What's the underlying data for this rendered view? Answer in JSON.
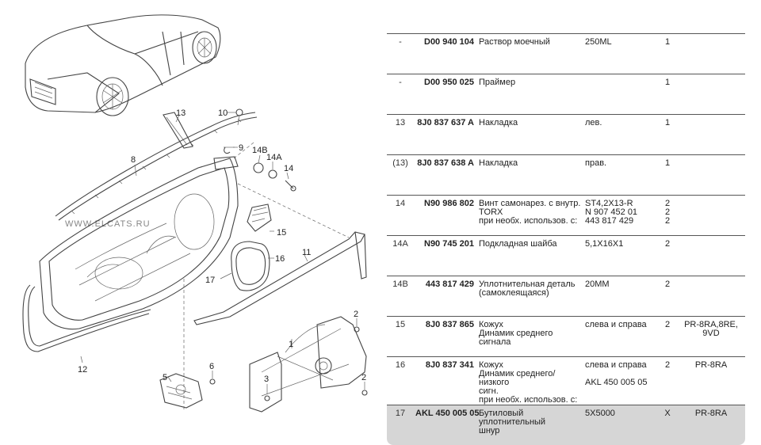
{
  "diagram": {
    "watermark": "WWW.ELCATS.RU",
    "labels": [
      "13",
      "10",
      "9",
      "8",
      "14B",
      "14A",
      "14",
      "15",
      "16",
      "17",
      "11",
      "12",
      "1",
      "2",
      "2",
      "3",
      "5",
      "6"
    ]
  },
  "parts_table": {
    "rows": [
      {
        "pos": "-",
        "number": "D00 940 104",
        "name": "Раствор моечный",
        "note": "250ML",
        "qty": "1",
        "cond": ""
      },
      {
        "pos": "-",
        "number": "D00 950 025",
        "name": "Праймер",
        "note": "",
        "qty": "1",
        "cond": ""
      },
      {
        "pos": "13",
        "number": "8J0 837 637 A",
        "name": "Накладка",
        "note": "лев.",
        "qty": "1",
        "cond": ""
      },
      {
        "pos": "(13)",
        "number": "8J0 837 638 A",
        "name": "Накладка",
        "note": "прав.",
        "qty": "1",
        "cond": ""
      },
      {
        "pos": "14",
        "number": "N90 986 802",
        "name": "Винт самонарез. с внутр.\nTORX\nпри необх. использов. с:",
        "note": "ST4,2X13-R\nN 907 452 01\n443 817 429",
        "qty": "2\n2\n2",
        "cond": ""
      },
      {
        "pos": "14A",
        "number": "N90 745 201",
        "name": "Подкладная шайба",
        "note": "5,1X16X1",
        "qty": "2",
        "cond": ""
      },
      {
        "pos": "14B",
        "number": "443 817 429",
        "name": "Уплотнительная деталь\n(самоклеящаяся)",
        "note": "20MM",
        "qty": "2",
        "cond": ""
      },
      {
        "pos": "15",
        "number": "8J0 837 865",
        "name": "Кожух\nДинамик среднего сигнала",
        "note": "слева и справа",
        "qty": "2",
        "cond": "PR-8RA,8RE,\n9VD"
      },
      {
        "pos": "16",
        "number": "8J0 837 341",
        "name": "Кожух\nДинамик среднего/низкого\nсигн.\nпри необх. использов. с:",
        "note": "слева и справа\n\nAKL 450 005 05",
        "qty": "2",
        "cond": "PR-8RA"
      },
      {
        "pos": "17",
        "number": "AKL 450 005 05",
        "name": "Бутиловый уплотнительный\nшнур",
        "note": "5X5000",
        "qty": "X",
        "cond": "PR-8RA"
      }
    ]
  }
}
